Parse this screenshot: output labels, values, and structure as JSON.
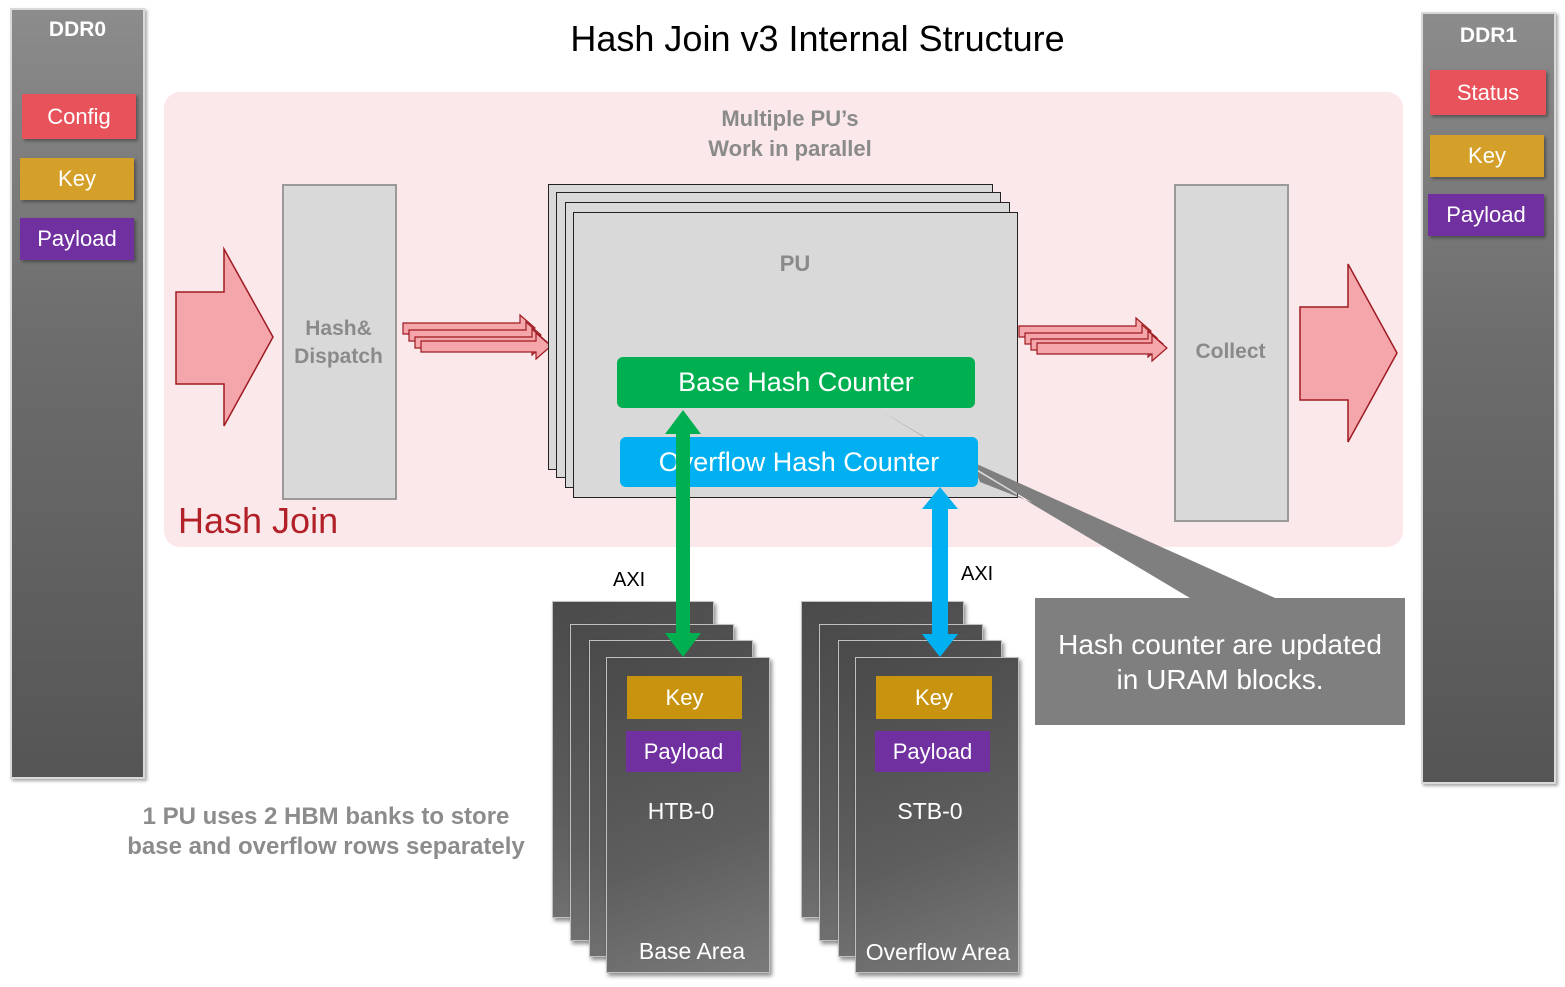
{
  "title": "Hash Join v3 Internal Structure",
  "ddr0": {
    "title": "DDR0",
    "items": [
      "Config",
      "Key",
      "Payload"
    ]
  },
  "ddr1": {
    "title": "DDR1",
    "items": [
      "Status",
      "Key",
      "Payload"
    ]
  },
  "zone": {
    "label": "Hash Join",
    "parallel_line1": "Multiple PU’s",
    "parallel_line2": "Work in parallel"
  },
  "hash_dispatch": {
    "line1": "Hash&",
    "line2": "Dispatch"
  },
  "collect": "Collect",
  "pu": {
    "title": "PU",
    "base_counter": "Base Hash Counter",
    "overflow_counter": "Overflow Hash Counter"
  },
  "axi_left": "AXI",
  "axi_right": "AXI",
  "base_bank": {
    "key": "Key",
    "payload": "Payload",
    "name": "HTB-0",
    "area": "Base Area"
  },
  "overflow_bank": {
    "key": "Key",
    "payload": "Payload",
    "name": "STB-0",
    "area": "Overflow Area"
  },
  "note": {
    "line1": "1 PU uses 2 HBM banks to store",
    "line2": "base and overflow rows separately"
  },
  "callout": {
    "line1": "Hash counter are updated",
    "line2": "in URAM blocks."
  },
  "colors": {
    "zone_label": "#b22028",
    "arrow_fill": "#f4a6aa",
    "arrow_stroke": "#9e1b22",
    "green": "#00b050",
    "cyan": "#00b0f0"
  }
}
